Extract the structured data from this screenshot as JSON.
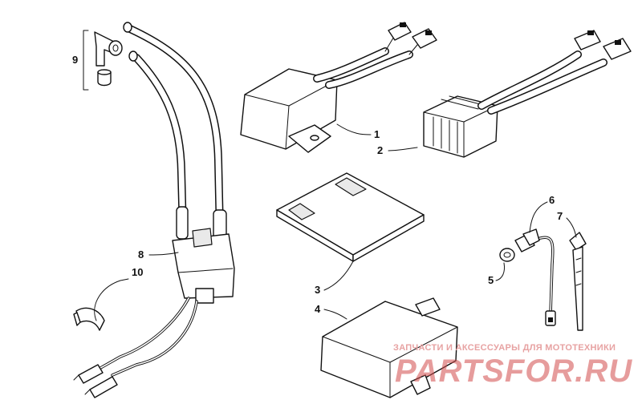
{
  "callouts": {
    "c1": "1",
    "c2": "2",
    "c3": "3",
    "c4": "4",
    "c5": "5",
    "c6": "6",
    "c7": "7",
    "c8": "8",
    "c9": "9",
    "c10": "10"
  },
  "watermark": {
    "tagline": "ЗАПЧАСТИ И АКСЕССУАРЫ ДЛЯ МОТОТЕХНИКИ",
    "logo": "PARTSFOR.RU"
  },
  "colors": {
    "line": "#111111",
    "background": "#ffffff",
    "watermark": "#d14b4b"
  }
}
